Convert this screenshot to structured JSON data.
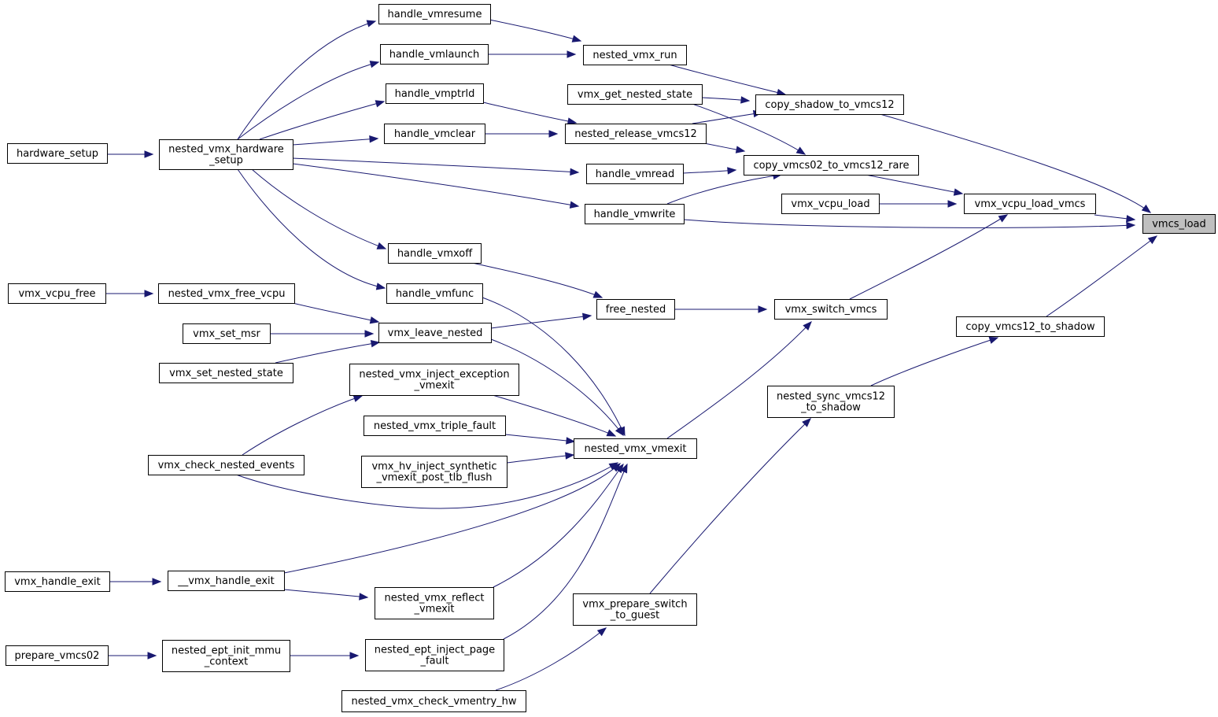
{
  "nodes": [
    {
      "id": "vmcs_load",
      "lines": [
        "vmcs_load"
      ],
      "highlight": true
    },
    {
      "id": "copy_shadow_to_vmcs12",
      "lines": [
        "copy_shadow_to_vmcs12"
      ]
    },
    {
      "id": "vmx_vcpu_load_vmcs",
      "lines": [
        "vmx_vcpu_load_vmcs"
      ]
    },
    {
      "id": "handle_vmwrite",
      "lines": [
        "handle_vmwrite"
      ]
    },
    {
      "id": "copy_vmcs12_to_shadow",
      "lines": [
        "copy_vmcs12_to_shadow"
      ]
    },
    {
      "id": "nested_vmx_run",
      "lines": [
        "nested_vmx_run"
      ]
    },
    {
      "id": "vmx_get_nested_state",
      "lines": [
        "vmx_get_nested_state"
      ]
    },
    {
      "id": "nested_release_vmcs12",
      "lines": [
        "nested_release_vmcs12"
      ]
    },
    {
      "id": "copy_vmcs02_to_vmcs12_rare",
      "lines": [
        "copy_vmcs02_to_vmcs12_rare"
      ]
    },
    {
      "id": "vmx_vcpu_load",
      "lines": [
        "vmx_vcpu_load"
      ]
    },
    {
      "id": "vmx_switch_vmcs",
      "lines": [
        "vmx_switch_vmcs"
      ]
    },
    {
      "id": "nested_sync_vmcs12_to_shadow",
      "lines": [
        "nested_sync_vmcs12",
        "_to_shadow"
      ]
    },
    {
      "id": "handle_vmresume",
      "lines": [
        "handle_vmresume"
      ]
    },
    {
      "id": "handle_vmlaunch",
      "lines": [
        "handle_vmlaunch"
      ]
    },
    {
      "id": "handle_vmptrld",
      "lines": [
        "handle_vmptrld"
      ]
    },
    {
      "id": "handle_vmclear",
      "lines": [
        "handle_vmclear"
      ]
    },
    {
      "id": "handle_vmread",
      "lines": [
        "handle_vmread"
      ]
    },
    {
      "id": "free_nested",
      "lines": [
        "free_nested"
      ]
    },
    {
      "id": "nested_vmx_vmexit",
      "lines": [
        "nested_vmx_vmexit"
      ]
    },
    {
      "id": "vmx_prepare_switch_to_guest",
      "lines": [
        "vmx_prepare_switch",
        "_to_guest"
      ]
    },
    {
      "id": "nested_vmx_hardware_setup",
      "lines": [
        "nested_vmx_hardware",
        "_setup"
      ]
    },
    {
      "id": "hardware_setup",
      "lines": [
        "hardware_setup"
      ]
    },
    {
      "id": "handle_vmxoff",
      "lines": [
        "handle_vmxoff"
      ]
    },
    {
      "id": "handle_vmfunc",
      "lines": [
        "handle_vmfunc"
      ]
    },
    {
      "id": "vmx_leave_nested",
      "lines": [
        "vmx_leave_nested"
      ]
    },
    {
      "id": "nested_vmx_free_vcpu",
      "lines": [
        "nested_vmx_free_vcpu"
      ]
    },
    {
      "id": "vmx_vcpu_free",
      "lines": [
        "vmx_vcpu_free"
      ]
    },
    {
      "id": "vmx_set_msr",
      "lines": [
        "vmx_set_msr"
      ]
    },
    {
      "id": "vmx_set_nested_state",
      "lines": [
        "vmx_set_nested_state"
      ]
    },
    {
      "id": "nested_vmx_inject_exception_vmexit",
      "lines": [
        "nested_vmx_inject_exception",
        "_vmexit"
      ]
    },
    {
      "id": "vmx_check_nested_events",
      "lines": [
        "vmx_check_nested_events"
      ]
    },
    {
      "id": "nested_vmx_triple_fault",
      "lines": [
        "nested_vmx_triple_fault"
      ]
    },
    {
      "id": "vmx_hv_inject_synthetic_vmexit_post_tlb_flush",
      "lines": [
        "vmx_hv_inject_synthetic",
        "_vmexit_post_tlb_flush"
      ]
    },
    {
      "id": "__vmx_handle_exit",
      "lines": [
        "__vmx_handle_exit"
      ]
    },
    {
      "id": "vmx_handle_exit",
      "lines": [
        "vmx_handle_exit"
      ]
    },
    {
      "id": "nested_vmx_reflect_vmexit",
      "lines": [
        "nested_vmx_reflect",
        "_vmexit"
      ]
    },
    {
      "id": "nested_ept_inject_page_fault",
      "lines": [
        "nested_ept_inject_page",
        "_fault"
      ]
    },
    {
      "id": "nested_ept_init_mmu_context",
      "lines": [
        "nested_ept_init_mmu",
        "_context"
      ]
    },
    {
      "id": "prepare_vmcs02",
      "lines": [
        "prepare_vmcs02"
      ]
    },
    {
      "id": "nested_vmx_check_vmentry_hw",
      "lines": [
        "nested_vmx_check_vmentry_hw"
      ]
    }
  ],
  "edges": [
    {
      "from": "copy_shadow_to_vmcs12",
      "to": "vmcs_load"
    },
    {
      "from": "vmx_vcpu_load_vmcs",
      "to": "vmcs_load"
    },
    {
      "from": "handle_vmwrite",
      "to": "vmcs_load"
    },
    {
      "from": "copy_vmcs12_to_shadow",
      "to": "vmcs_load"
    },
    {
      "from": "nested_vmx_run",
      "to": "copy_shadow_to_vmcs12"
    },
    {
      "from": "vmx_get_nested_state",
      "to": "copy_shadow_to_vmcs12"
    },
    {
      "from": "nested_release_vmcs12",
      "to": "copy_shadow_to_vmcs12"
    },
    {
      "from": "vmx_get_nested_state",
      "to": "copy_vmcs02_to_vmcs12_rare"
    },
    {
      "from": "nested_release_vmcs12",
      "to": "copy_vmcs02_to_vmcs12_rare"
    },
    {
      "from": "handle_vmwrite",
      "to": "copy_vmcs02_to_vmcs12_rare"
    },
    {
      "from": "handle_vmread",
      "to": "copy_vmcs02_to_vmcs12_rare"
    },
    {
      "from": "copy_vmcs02_to_vmcs12_rare",
      "to": "vmx_vcpu_load_vmcs"
    },
    {
      "from": "vmx_vcpu_load",
      "to": "vmx_vcpu_load_vmcs"
    },
    {
      "from": "vmx_switch_vmcs",
      "to": "vmx_vcpu_load_vmcs"
    },
    {
      "from": "nested_sync_vmcs12_to_shadow",
      "to": "copy_vmcs12_to_shadow"
    },
    {
      "from": "handle_vmresume",
      "to": "nested_vmx_run"
    },
    {
      "from": "handle_vmlaunch",
      "to": "nested_vmx_run"
    },
    {
      "from": "handle_vmptrld",
      "to": "nested_release_vmcs12"
    },
    {
      "from": "handle_vmclear",
      "to": "nested_release_vmcs12"
    },
    {
      "from": "free_nested",
      "to": "vmx_switch_vmcs"
    },
    {
      "from": "nested_vmx_vmexit",
      "to": "vmx_switch_vmcs"
    },
    {
      "from": "vmx_prepare_switch_to_guest",
      "to": "nested_sync_vmcs12_to_shadow"
    },
    {
      "from": "nested_vmx_hardware_setup",
      "to": "handle_vmresume"
    },
    {
      "from": "nested_vmx_hardware_setup",
      "to": "handle_vmlaunch"
    },
    {
      "from": "nested_vmx_hardware_setup",
      "to": "handle_vmptrld"
    },
    {
      "from": "nested_vmx_hardware_setup",
      "to": "handle_vmclear"
    },
    {
      "from": "nested_vmx_hardware_setup",
      "to": "handle_vmread"
    },
    {
      "from": "nested_vmx_hardware_setup",
      "to": "handle_vmwrite"
    },
    {
      "from": "nested_vmx_hardware_setup",
      "to": "handle_vmxoff"
    },
    {
      "from": "nested_vmx_hardware_setup",
      "to": "handle_vmfunc"
    },
    {
      "from": "hardware_setup",
      "to": "nested_vmx_hardware_setup"
    },
    {
      "from": "handle_vmxoff",
      "to": "free_nested"
    },
    {
      "from": "vmx_leave_nested",
      "to": "free_nested"
    },
    {
      "from": "nested_vmx_free_vcpu",
      "to": "vmx_leave_nested"
    },
    {
      "from": "vmx_set_msr",
      "to": "vmx_leave_nested"
    },
    {
      "from": "vmx_set_nested_state",
      "to": "vmx_leave_nested"
    },
    {
      "from": "vmx_vcpu_free",
      "to": "nested_vmx_free_vcpu"
    },
    {
      "from": "handle_vmfunc",
      "to": "nested_vmx_vmexit"
    },
    {
      "from": "vmx_leave_nested",
      "to": "nested_vmx_vmexit"
    },
    {
      "from": "nested_vmx_inject_exception_vmexit",
      "to": "nested_vmx_vmexit"
    },
    {
      "from": "nested_vmx_triple_fault",
      "to": "nested_vmx_vmexit"
    },
    {
      "from": "vmx_hv_inject_synthetic_vmexit_post_tlb_flush",
      "to": "nested_vmx_vmexit"
    },
    {
      "from": "vmx_check_nested_events",
      "to": "nested_vmx_vmexit"
    },
    {
      "from": "__vmx_handle_exit",
      "to": "nested_vmx_vmexit"
    },
    {
      "from": "nested_vmx_reflect_vmexit",
      "to": "nested_vmx_vmexit"
    },
    {
      "from": "nested_ept_inject_page_fault",
      "to": "nested_vmx_vmexit"
    },
    {
      "from": "vmx_check_nested_events",
      "to": "nested_vmx_inject_exception_vmexit"
    },
    {
      "from": "vmx_handle_exit",
      "to": "__vmx_handle_exit"
    },
    {
      "from": "__vmx_handle_exit",
      "to": "nested_vmx_reflect_vmexit"
    },
    {
      "from": "nested_ept_init_mmu_context",
      "to": "nested_ept_inject_page_fault"
    },
    {
      "from": "prepare_vmcs02",
      "to": "nested_ept_init_mmu_context"
    },
    {
      "from": "nested_vmx_check_vmentry_hw",
      "to": "vmx_prepare_switch_to_guest"
    }
  ],
  "colors": {
    "edge": "#191970",
    "node_border": "#000000",
    "node_fill": "#ffffff",
    "highlight_fill": "#bfbfbf"
  }
}
